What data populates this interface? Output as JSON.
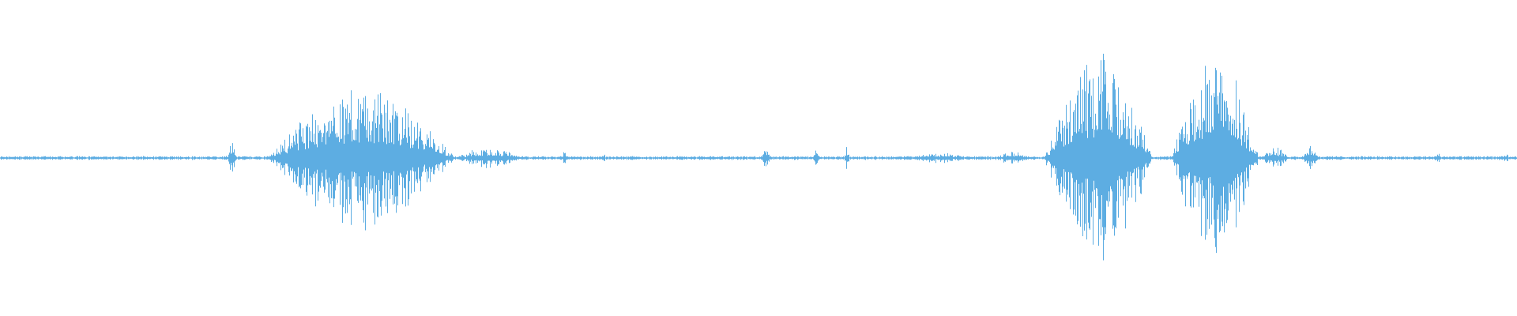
{
  "waveform": {
    "color": "#5dade2",
    "background": "#ffffff",
    "baseline_noise": 0.012,
    "segments": [
      {
        "name": "click-1",
        "start": 0.15,
        "end": 0.156,
        "peak": 0.2
      },
      {
        "name": "burst-1",
        "start": 0.176,
        "end": 0.3,
        "peak": 0.62
      },
      {
        "name": "burst-1-tail",
        "start": 0.3,
        "end": 0.345,
        "peak": 0.1
      },
      {
        "name": "click-2",
        "start": 0.37,
        "end": 0.374,
        "peak": 0.08
      },
      {
        "name": "click-3",
        "start": 0.396,
        "end": 0.399,
        "peak": 0.06
      },
      {
        "name": "click-4",
        "start": 0.502,
        "end": 0.508,
        "peak": 0.09
      },
      {
        "name": "click-5",
        "start": 0.536,
        "end": 0.54,
        "peak": 0.08
      },
      {
        "name": "click-6",
        "start": 0.556,
        "end": 0.56,
        "peak": 0.1
      },
      {
        "name": "noise-cluster-1",
        "start": 0.598,
        "end": 0.64,
        "peak": 0.05
      },
      {
        "name": "noise-cluster-2",
        "start": 0.656,
        "end": 0.68,
        "peak": 0.06
      },
      {
        "name": "burst-2",
        "start": 0.688,
        "end": 0.76,
        "peak": 0.92
      },
      {
        "name": "burst-3",
        "start": 0.772,
        "end": 0.83,
        "peak": 0.9
      },
      {
        "name": "burst-3-tail",
        "start": 0.83,
        "end": 0.85,
        "peak": 0.1
      },
      {
        "name": "click-7",
        "start": 0.858,
        "end": 0.87,
        "peak": 0.12
      },
      {
        "name": "click-8",
        "start": 0.945,
        "end": 0.95,
        "peak": 0.05
      },
      {
        "name": "click-9",
        "start": 0.99,
        "end": 0.995,
        "peak": 0.04
      }
    ]
  }
}
